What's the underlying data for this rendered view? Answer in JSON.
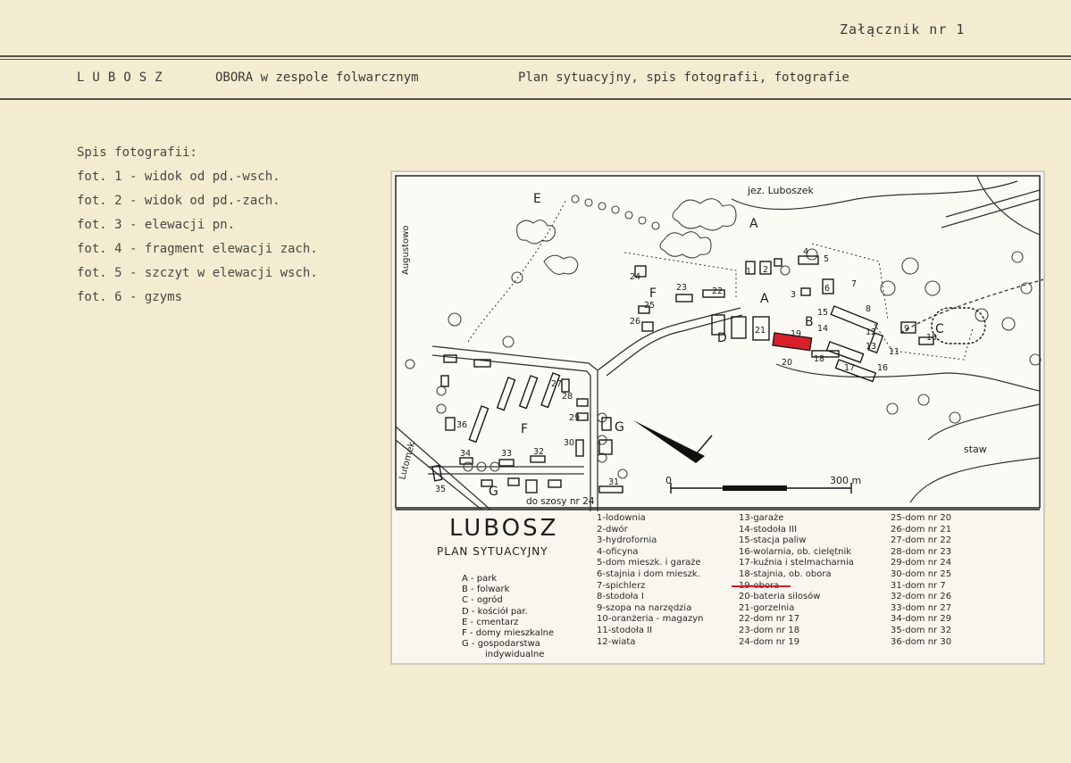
{
  "annex": "Załącznik nr 1",
  "header": {
    "place": "LUBOSZ",
    "object": "OBORA w zespole folwarcznym",
    "document": "Plan sytuacyjny, spis fotografii, fotografie"
  },
  "photos": {
    "title": "Spis fotografii:",
    "items": [
      "fot. 1 - widok od pd.-wsch.",
      "fot. 2 - widok od pd.-zach.",
      "fot. 3 - elewacji pn.",
      "fot. 4 - fragment elewacji zach.",
      "fot. 5 - szczyt w elewacji wsch.",
      "fot. 6 - gzyms"
    ]
  },
  "map": {
    "lake_label": "jez. Luboszek",
    "pond_label": "staw",
    "road_west": "Augustowo",
    "road_southwest": "Lutomek",
    "road_south": "do szosy nr 24",
    "scale_start": "0",
    "scale_end": "300 m",
    "highlight_color": "#d8202b",
    "zone_letters": [
      "A",
      "A",
      "B",
      "C",
      "D",
      "E",
      "F",
      "F",
      "G",
      "G"
    ],
    "building_numbers": [
      "1",
      "2",
      "3",
      "4",
      "5",
      "6",
      "7",
      "8",
      "9",
      "10",
      "11",
      "12",
      "13",
      "14",
      "15",
      "16",
      "17",
      "18",
      "19",
      "20",
      "21",
      "22",
      "23",
      "24",
      "25",
      "26",
      "27",
      "28",
      "29",
      "30",
      "31",
      "32",
      "33",
      "34",
      "35",
      "36"
    ]
  },
  "legend": {
    "title": "LUBOSZ",
    "subtitle": "PLAN SYTUACYJNY",
    "zones": [
      "A - park",
      "B - folwark",
      "C - ogród",
      "D - kościół par.",
      "E - cmentarz",
      "F - domy mieszkalne",
      "G - gospodarstwa",
      "indywidualne"
    ],
    "col1": [
      "1-lodownia",
      "2-dwór",
      "3-hydrofornia",
      "4-oficyna",
      "5-dom mieszk. i garaże",
      "6-stajnia i dom mieszk.",
      "7-spichlerz",
      "8-stodoła I",
      "9-szopa na narzędzia",
      "10-oranżeria - magazyn",
      "11-stodoła II",
      "12-wiata"
    ],
    "col2": [
      "13-garaże",
      "14-stodoła III",
      "15-stacja paliw",
      "16-wolarnia, ob. cielętnik",
      "17-kuźnia i stelmacharnia",
      "18-stajnia, ob. obora",
      "19-obora",
      "20-bateria silosów",
      "21-gorzelnia",
      "22-dom nr 17",
      "23-dom nr 18",
      "24-dom nr 19"
    ],
    "col3": [
      "25-dom nr 20",
      "26-dom nr 21",
      "27-dom nr 22",
      "28-dom nr 23",
      "29-dom nr 24",
      "30-dom nr 25",
      "31-dom nr 7",
      "32-dom nr 26",
      "33-dom nr 27",
      "34-dom nr 29",
      "35-dom nr 32",
      "36-dom nr 30"
    ]
  }
}
